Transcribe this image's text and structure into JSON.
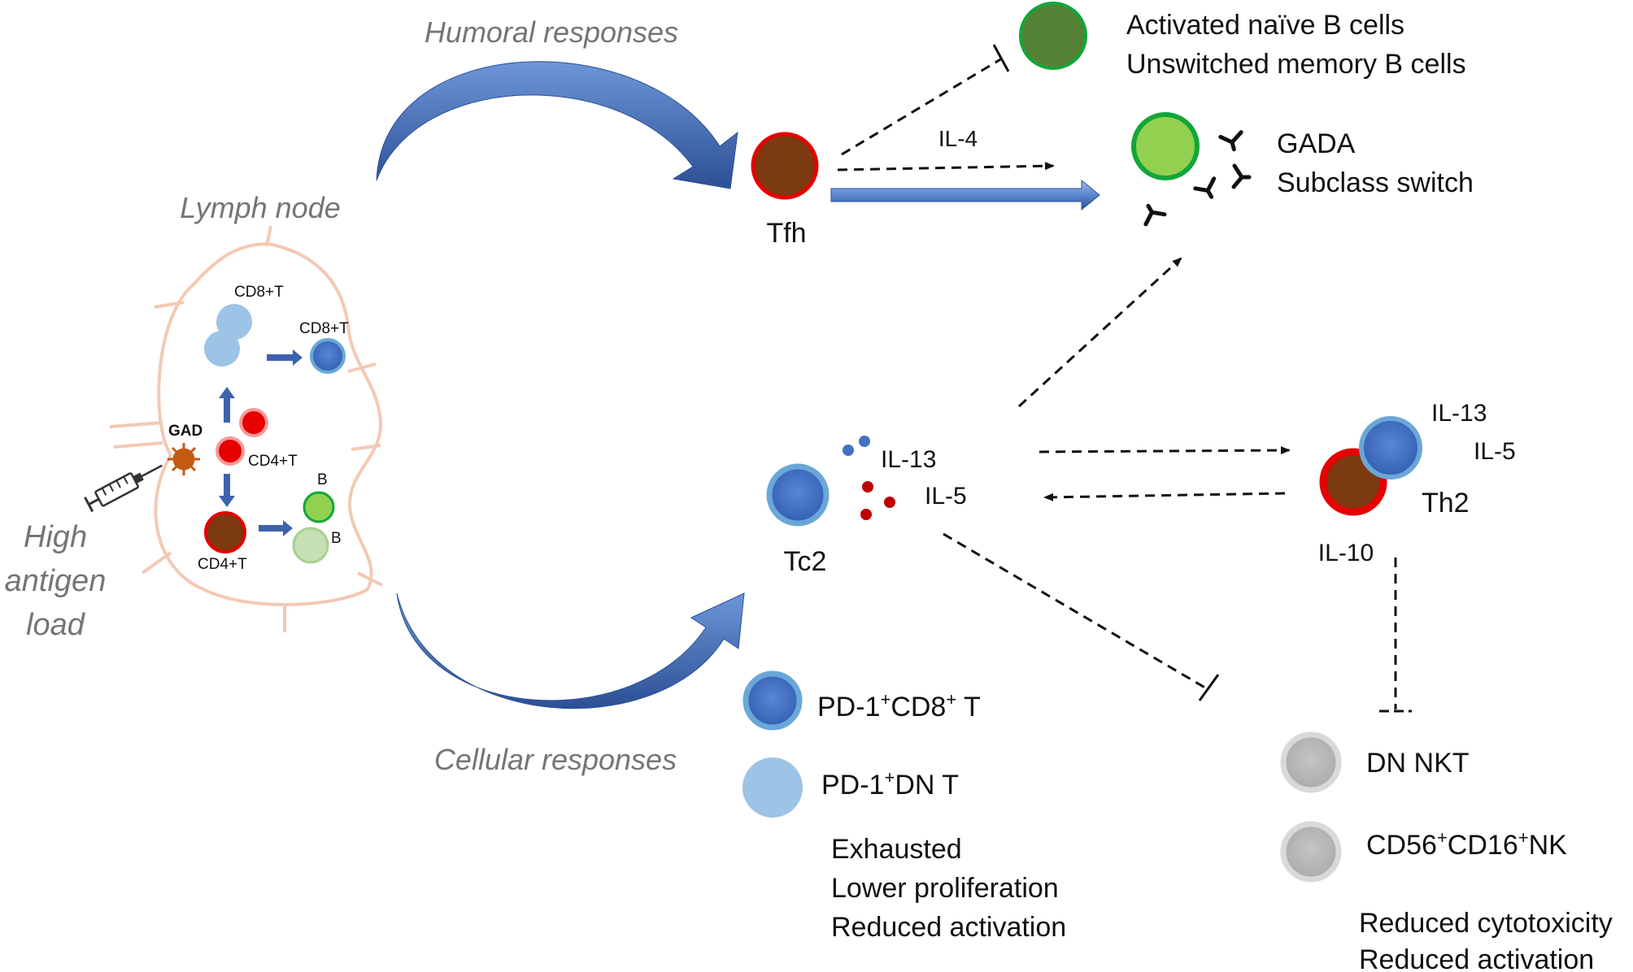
{
  "section_titles": {
    "humoral": "Humoral responses",
    "cellular": "Cellular responses",
    "lymph_node": "Lymph node",
    "high_antigen_load": [
      "High",
      "antigen",
      "load"
    ]
  },
  "lymph_node_labels": {
    "cd8_top": "CD8+T",
    "cd8_right": "CD8+T",
    "gad": "GAD",
    "cd4_mid": "CD4+T",
    "cd4_bottom": "CD4+T",
    "b_top": "B",
    "b_bottom": "B"
  },
  "tfh": {
    "label": "Tfh",
    "cytokine": "IL-4"
  },
  "b_cells": {
    "activated": [
      "Activated naïve B cells",
      "Unswitched memory B cells"
    ],
    "gada": [
      "GADA",
      "Subclass switch"
    ]
  },
  "tc2": {
    "label": "Tc2",
    "il13": "IL-13",
    "il5": "IL-5"
  },
  "th2": {
    "label": "Th2",
    "il13": "IL-13",
    "il5": "IL-5",
    "il10": "IL-10"
  },
  "pd1_cells": {
    "cd8": {
      "pre": "PD-1",
      "sup1": "+",
      "mid": "CD8",
      "sup2": "+",
      "post": " T"
    },
    "dn": {
      "pre": "PD-1",
      "sup1": "+",
      "post": "DN T"
    },
    "effects": [
      "Exhausted",
      "Lower proliferation",
      "Reduced activation"
    ]
  },
  "nk_cells": {
    "dn_nkt": "DN NKT",
    "nk": {
      "p1": "CD56",
      "s1": "+",
      "p2": "CD16",
      "s2": "+",
      "p3": "NK"
    },
    "effects": [
      "Reduced cytotoxicity",
      "Reduced activation"
    ]
  },
  "colors": {
    "arrow_blue": "#3d63ad",
    "cell_brown": "#7b3a10",
    "cell_red": "#e60000",
    "b_dark_green": "#4f7d32",
    "b_light_green": "#92d050",
    "green_ring": "#12a63a",
    "t_blue": "#3f6fc4",
    "t_blue_ring": "#6aa7d8",
    "light_blue": "#9dc3e6",
    "grey_cell": "#bfbfbf",
    "il_blue_dot": "#4472c4",
    "il_red_dot": "#c00000",
    "gad_orange": "#c55a11"
  }
}
